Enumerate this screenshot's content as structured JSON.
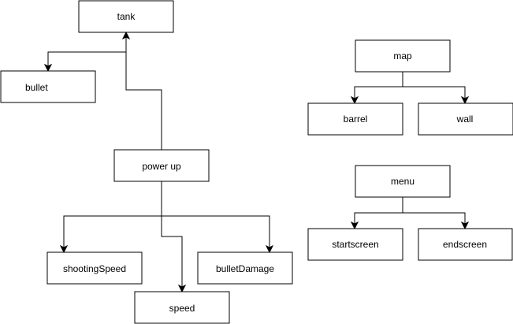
{
  "diagram": {
    "nodes": {
      "tank": "tank",
      "bullet": "bullet",
      "power_up": "power up",
      "shooting_speed": "shootingSpeed",
      "speed": "speed",
      "bullet_damage": "bulletDamage",
      "map": "map",
      "barrel": "barrel",
      "wall": "wall",
      "menu": "menu",
      "startscreen": "startscreen",
      "endscreen": "endscreen"
    },
    "edges": [
      {
        "from": "tank",
        "to": "bullet"
      },
      {
        "from": "power_up",
        "to": "tank"
      },
      {
        "from": "power_up",
        "to": "shooting_speed"
      },
      {
        "from": "power_up",
        "to": "speed"
      },
      {
        "from": "power_up",
        "to": "bullet_damage"
      },
      {
        "from": "map",
        "to": "barrel"
      },
      {
        "from": "map",
        "to": "wall"
      },
      {
        "from": "menu",
        "to": "startscreen"
      },
      {
        "from": "menu",
        "to": "endscreen"
      }
    ]
  }
}
